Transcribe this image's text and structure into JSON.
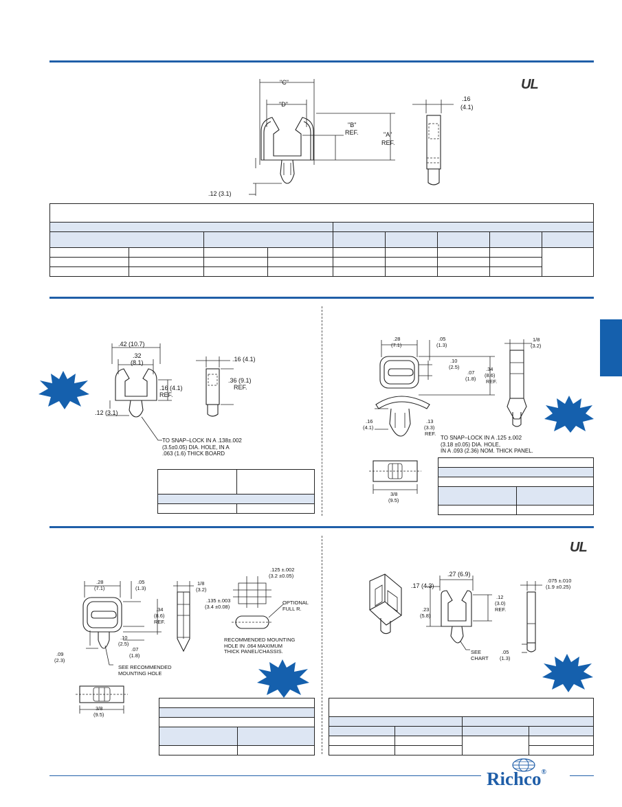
{
  "brand": {
    "name": "Richco",
    "color": "#1f5ea8",
    "registered": "®"
  },
  "ul_mark": "UL",
  "top_drawing": {
    "label_c": "\"C\"",
    "label_d": "\"D\"",
    "label_b": "\"B\"",
    "label_b_ref": "REF.",
    "label_a": "\"A\"",
    "label_a_ref": "REF.",
    "dim_thickness": ".16",
    "dim_thickness_mm": "(4.1)",
    "dim_stem": ".12  (3.1)"
  },
  "left_mid_drawing": {
    "dim_width": ".42  (10.7)",
    "dim_inner": ".32",
    "dim_inner_mm": "(8.1)",
    "dim_thickness": ".16  (4.1)",
    "dim_height": ".36  (9.1)",
    "dim_height_ref": "REF.",
    "dim_side": ".16  (4.1)",
    "dim_side_ref": "REF.",
    "dim_stem": ".12  (3.1)",
    "note": "TO SNAP–LOCK IN A .138±.002\n(3.5±0.05) DIA. HOLE, IN A\n.063 (1.6) THICK BOARD"
  },
  "right_mid_drawing": {
    "dim_width": ".28",
    "dim_width_mm": "(7.1)",
    "dim_gap": ".05",
    "dim_gap_mm": "(1.3)",
    "dim_a": ".10",
    "dim_a_mm": "(2.5)",
    "dim_b": ".07",
    "dim_b_mm": "(1.8)",
    "dim_height": ".34",
    "dim_height_mm": "(8.6)",
    "dim_height_ref": "REF.",
    "dim_thick": "1/8",
    "dim_thick_mm": "(3.2)",
    "dim_leg": ".16",
    "dim_leg_mm": "(4.1)",
    "dim_neck": ".13",
    "dim_neck_mm": "(3.3)",
    "dim_neck_ref": "REF.",
    "dim_len": "3/8",
    "dim_len_mm": "(9.5)",
    "note": "TO SNAP–LOCK IN A .125 ±.002\n(3.18 ±0.05) DIA. HOLE,\nIN A .093 (2.36) NOM. THICK PANEL."
  },
  "left_bottom_drawing": {
    "dim_width": ".28",
    "dim_width_mm": "(7.1)",
    "dim_gap": ".05",
    "dim_gap_mm": "(1.3)",
    "dim_height": ".34",
    "dim_height_mm": "(8.6)",
    "dim_height_ref": "REF.",
    "dim_thick": "1/8",
    "dim_thick_mm": "(3.2)",
    "dim_a": ".10",
    "dim_a_mm": "(2.5)",
    "dim_b": ".07",
    "dim_b_mm": "(1.8)",
    "dim_stem": ".09",
    "dim_stem_mm": "(2.3)",
    "dim_len": "3/8",
    "dim_len_mm": "(9.5)",
    "note_hole": "SEE RECOMMENDED\nMOUNTING HOLE",
    "hole_w": ".125 ±.002",
    "hole_w_mm": "(3.2 ±0.05)",
    "hole_h": ".135 ±.003",
    "hole_h_mm": "(3.4 ±0.08)",
    "optional": "OPTIONAL\nFULL R.",
    "rec_note": "RECOMMENDED MOUNTING\nHOLE IN .064 MAXIMUM\nTHICK PANEL/CHASSIS."
  },
  "right_bottom_drawing": {
    "dim_width": ".27  (6.9)",
    "dim_left": ".17  (4.3)",
    "dim_height": ".23",
    "dim_height_mm": "(5.8)",
    "dim_top": ".12",
    "dim_top_mm": "(3.0)",
    "dim_top_ref": "REF.",
    "dim_pin": ".075 ±.010",
    "dim_pin_mm": "(1.9 ±0.25)",
    "dim_tip": ".05",
    "dim_tip_mm": "(1.3)",
    "see_chart": "SEE\nCHART"
  }
}
